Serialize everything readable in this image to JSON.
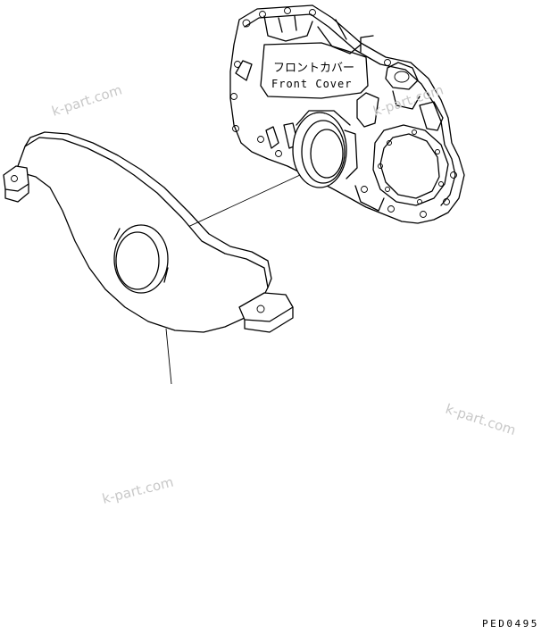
{
  "callout": {
    "label_jp": "フロントカバー",
    "label_en": "Front Cover"
  },
  "watermarks": [
    "k-part.com",
    "k-part.com",
    "k-part.com",
    "k-part.com"
  ],
  "figure_code": "PED0495"
}
